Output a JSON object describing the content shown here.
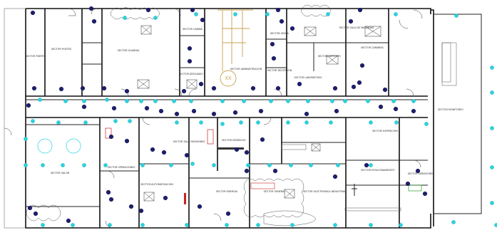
{
  "plan": {
    "colors": {
      "walls": "#111111",
      "cyan_device": "#2ad3df",
      "navy_device": "#1e1e6e",
      "pipe": "#c8a050",
      "accent_red": "#cc2222",
      "accent_green": "#2b9a2b"
    },
    "rooms": [
      {
        "label": "SECTOR PUERTO"
      },
      {
        "label": "SECTOR POSTES"
      },
      {
        "label": "SECTOR GUARDIA"
      },
      {
        "label": "SECTOR CABINA"
      },
      {
        "label": "SECTOR DESCANSO"
      },
      {
        "label": "SECTOR ADMINISTRACION"
      },
      {
        "label": "SECTOR RECEPCION"
      },
      {
        "label": "SECTOR VENTA"
      },
      {
        "label": "SECTOR LABORATORIO"
      },
      {
        "label": "SECTOR DEPOSITO"
      },
      {
        "label": "SECTOR CAMARAS"
      },
      {
        "label": "SECTOR MONITOREO"
      },
      {
        "label": "SECTOR SALA DE MAQUINAS"
      },
      {
        "label": "SECTOR OPERACIONES"
      },
      {
        "label": "SECTOR SALON"
      },
      {
        "label": "SECTOR SALA REUNIONES"
      },
      {
        "label": "SECTOR DESPACHO"
      },
      {
        "label": "SECTOR AUTOMATIZACION"
      },
      {
        "label": "SECTOR ENERGIA"
      },
      {
        "label": "SECTOR GENERAL"
      },
      {
        "label": "SECTOR ELECTRONICA INDUSTRIAL"
      },
      {
        "label": "SECTOR ESTACIONAMIENTO"
      },
      {
        "label": "SECTOR EXPEDICION"
      },
      {
        "label": "SECTOR SERVIDORES"
      }
    ]
  }
}
